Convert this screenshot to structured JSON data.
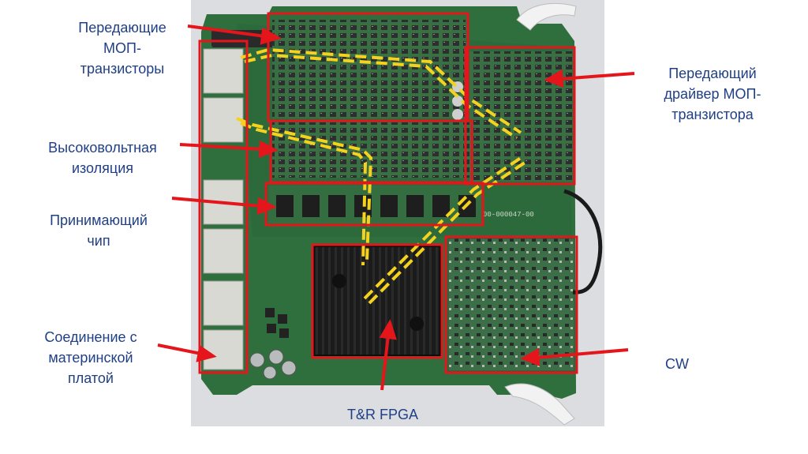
{
  "colors": {
    "label_text": "#1f3f86",
    "callout": "#e4161b",
    "signal_path": "#f4d21e",
    "board_green": "#2f6e3d",
    "heatsink": "#1b1b1b",
    "backdrop": "#dcdde0"
  },
  "labels": {
    "tx_mosfets": [
      "Передающие",
      "МОП-",
      "транзисторы"
    ],
    "hv_isolation": [
      "Высоковольтная",
      "изоляция"
    ],
    "rx_chip": [
      "Принимающий",
      "чип"
    ],
    "motherboard_conn": [
      "Соединение с",
      "материнской",
      "платой"
    ],
    "mosfet_driver": [
      "Передающий",
      "драйвер МОП-",
      "транзистора"
    ],
    "cw": [
      "CW"
    ],
    "fpga": [
      "T&R FPGA"
    ]
  },
  "board": {
    "pcb_marking": "00-000047-00"
  }
}
